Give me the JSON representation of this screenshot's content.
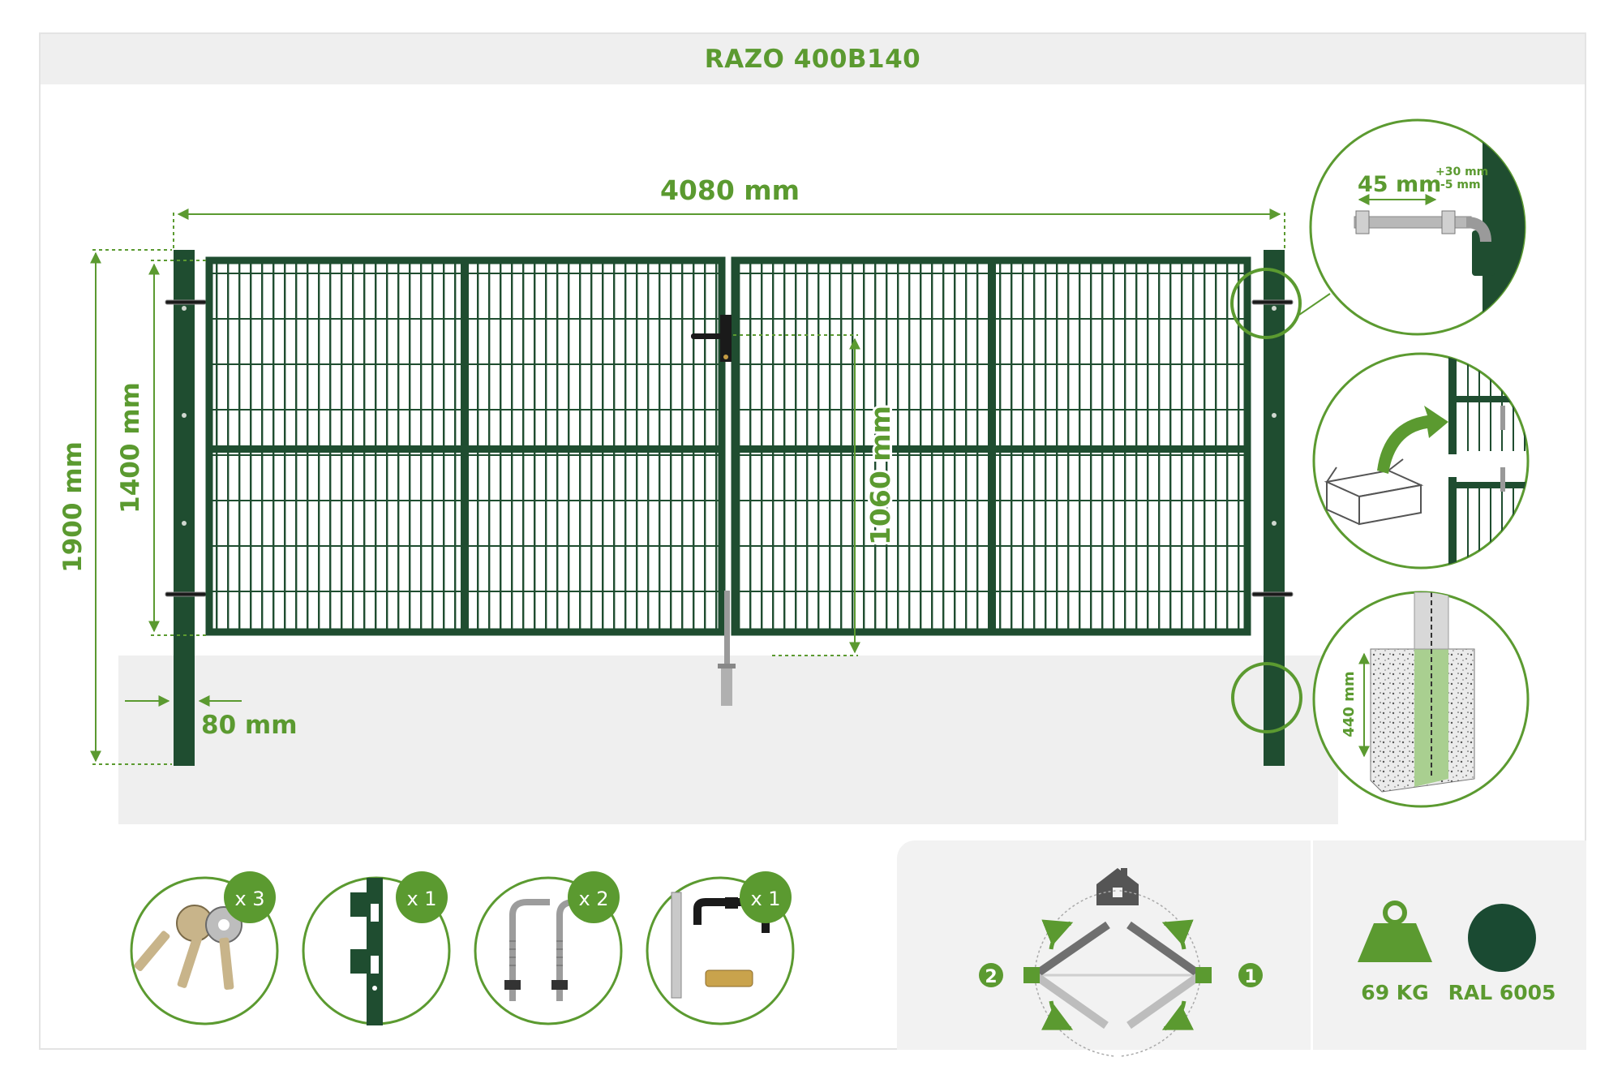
{
  "title": "RAZO 400B140",
  "dimensions": {
    "width": "4080 mm",
    "total_height": "1900 mm",
    "panel_height": "1400 mm",
    "handle_height": "1060 mm",
    "post_width": "80 mm",
    "hinge_adjust": "45 mm",
    "hinge_tol_plus": "+30 mm",
    "hinge_tol_minus": "-5 mm",
    "concrete_depth": "440 mm"
  },
  "accessories": [
    {
      "name": "keys-icon",
      "qty": "x 3"
    },
    {
      "name": "lock-strike-plate-icon",
      "qty": "x 1"
    },
    {
      "name": "hinge-bolt-icon",
      "qty": "x 2"
    },
    {
      "name": "handle-lock-set-icon",
      "qty": "x 1"
    }
  ],
  "opening": {
    "left_marker": "2",
    "right_marker": "1",
    "icon": "house-icon"
  },
  "specs": {
    "weight": "69 KG",
    "color_code": "RAL 6005",
    "color_hex": "#1a4a32"
  },
  "colors": {
    "accent": "#5b9a30",
    "frame": "#1f4d30",
    "panel_bg": "#efefef"
  }
}
